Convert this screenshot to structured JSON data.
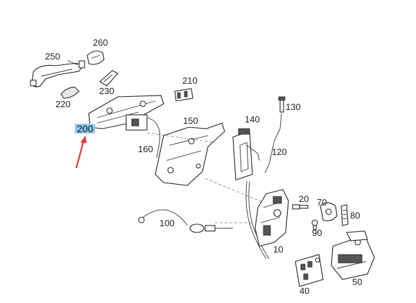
{
  "diagram": {
    "callouts": {
      "c250": "250",
      "c260": "260",
      "c230": "230",
      "c220": "220",
      "c210": "210",
      "c200": "200",
      "c150": "150",
      "c160": "160",
      "c140": "140",
      "c130": "130",
      "c120": "120",
      "c20": "20",
      "c70": "70",
      "c80": "80",
      "c90": "90",
      "c100": "100",
      "c10": "10",
      "c40": "40",
      "c50": "50"
    },
    "highlighted_callout": "200",
    "highlight_color": "#8ec9ec",
    "arrow_color": "#e53935"
  }
}
